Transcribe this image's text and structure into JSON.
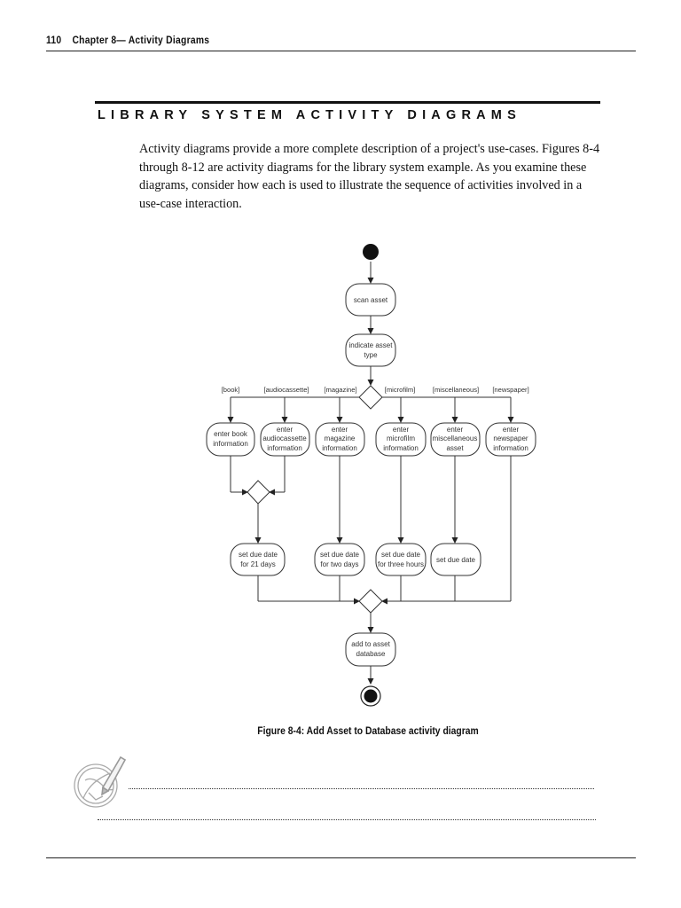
{
  "header": {
    "page_number": "110",
    "chapter": "Chapter 8— Activity Diagrams"
  },
  "section": {
    "title": "LIBRARY SYSTEM ACTIVITY DIAGRAMS"
  },
  "body": {
    "paragraph": "Activity diagrams provide a more complete description of a project's use-cases. Figures 8-4 through 8-12 are activity diagrams for the library system example. As you examine these diagrams, consider how each is used to illustrate the sequence of activities involved in a use-case interaction."
  },
  "diagram": {
    "scan_asset": "scan asset",
    "indicate_type_l1": "indicate asset",
    "indicate_type_l2": "type",
    "guards": {
      "book": "[book]",
      "audiocassette": "[audiocassette]",
      "magazine": "[magazine]",
      "microfilm": "[microfilm]",
      "miscellaneous": "[miscellaneous]",
      "newspaper": "[newspaper]"
    },
    "enter_book": [
      "enter book",
      "information"
    ],
    "enter_audiocassette": [
      "enter",
      "audiocassette",
      "information"
    ],
    "enter_magazine": [
      "enter",
      "magazine",
      "information"
    ],
    "enter_microfilm": [
      "enter",
      "microfilm",
      "information"
    ],
    "enter_misc": [
      "enter",
      "miscellaneous",
      "asset"
    ],
    "enter_newspaper": [
      "enter",
      "newspaper",
      "information"
    ],
    "due_21": [
      "set due date",
      "for 21 days"
    ],
    "due_two": [
      "set due date",
      "for two days"
    ],
    "due_three": [
      "set due date",
      "for three hours"
    ],
    "due_plain": "set due date",
    "add_db": [
      "add to asset",
      "database"
    ]
  },
  "caption": "Figure 8-4: Add Asset to Database activity diagram"
}
